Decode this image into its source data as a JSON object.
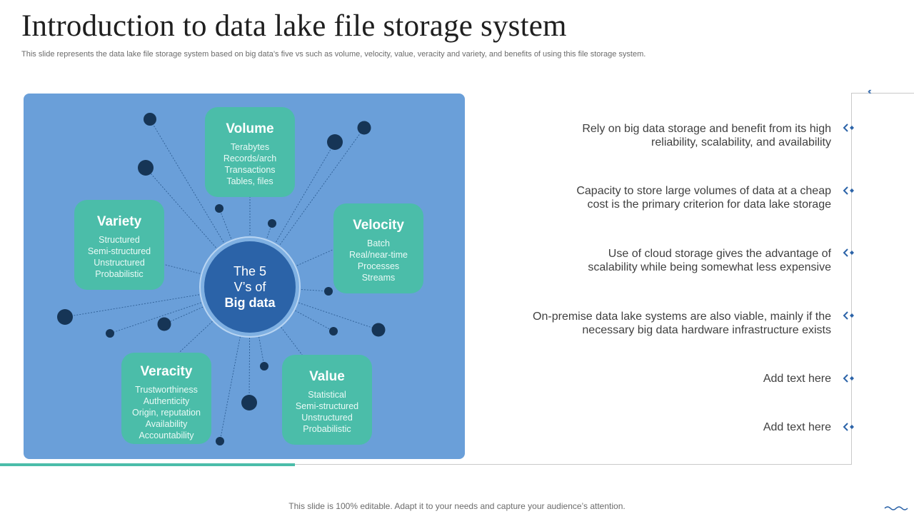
{
  "slide": {
    "title": "Introduction to data lake file storage system",
    "subtitle": "This slide represents the data lake file storage system based on big data’s five vs such as volume, velocity,  value, veracity  and variety,  and benefits of using this file storage system."
  },
  "diagram": {
    "center_line1": "The 5",
    "center_line2": "V’s of",
    "center_line3": "Big data",
    "volume": {
      "heading": "Volume",
      "items": [
        "Terabytes",
        "Records/arch",
        "Transactions",
        "Tables, files"
      ]
    },
    "velocity": {
      "heading": "Velocity",
      "items": [
        "Batch",
        "Real/near-time",
        "Processes",
        "Streams"
      ]
    },
    "variety": {
      "heading": "Variety",
      "items": [
        "Structured",
        "Semi-structured",
        "Unstructured",
        "Probabilistic"
      ]
    },
    "veracity": {
      "heading": "Veracity",
      "items": [
        "Trustworthiness",
        "Authenticity",
        "Origin, reputation",
        "Availability",
        "Accountability"
      ]
    },
    "value": {
      "heading": "Value",
      "items": [
        "Statistical",
        "Semi-structured",
        "Unstructured",
        "Probabilistic"
      ]
    }
  },
  "benefits": {
    "items": [
      {
        "line1": "Rely on big data storage and benefit from its high",
        "line2": "reliability, scalability, and availability"
      },
      {
        "line1": "Capacity to store large volumes  of data at a cheap",
        "line2": "cost is the primary criterion for data lake storage"
      },
      {
        "line1": "Use of cloud storage gives the advantage of",
        "line2": "scalability while being somewhat less expensive"
      },
      {
        "line1": "On-premise data lake systems are also viable, mainly if the",
        "line2": "necessary big data hardware infrastructure  exists"
      },
      {
        "line1": "Add text here",
        "line2": ""
      },
      {
        "line1": "Add text here",
        "line2": ""
      }
    ]
  },
  "footer": {
    "text": "This slide is 100% editable. Adapt it to your needs and capture your audience’s attention."
  },
  "colors": {
    "panel": "#6a9fd9",
    "teal": "#4bbda9",
    "core": "#2b63a8",
    "dot": "#163556",
    "chevron": "#2b63a8"
  }
}
